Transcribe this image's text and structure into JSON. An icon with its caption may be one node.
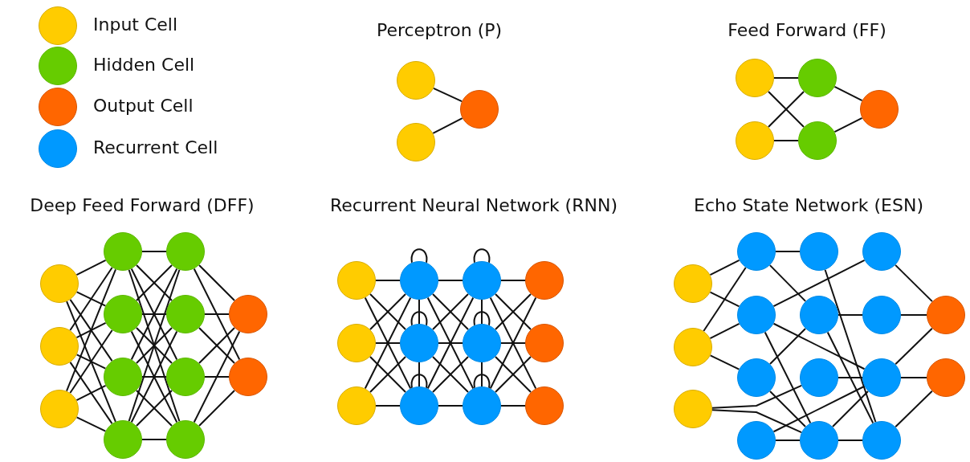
{
  "diagram": {
    "nodes": [
      {
        "text": [],
        "shape": "circle"
      },
      {
        "text": [],
        "shape": "circle"
      },
      {
        "text": [],
        "shape": "circle"
      },
      {
        "text": [],
        "shape": "circle"
      },
      {
        "text": [],
        "shape": "circle"
      },
      {
        "text": [],
        "shape": "circle"
      },
      {
        "text": [],
        "shape": "circle"
      },
      {
        "text": [],
        "shape": "circle"
      },
      {
        "text": [],
        "shape": "circle"
      },
      {
        "text": [],
        "shape": "circle"
      },
      {
        "text": [],
        "shape": "circle"
      },
      {
        "text": [],
        "shape": "circle"
      },
      {
        "text": [],
        "shape": "circle"
      },
      {
        "text": [],
        "shape": "circle"
      },
      {
        "text": [],
        "shape": "circle"
      },
      {
        "text": [],
        "shape": "circle"
      },
      {
        "text": [],
        "shape": "circle"
      },
      {
        "text": [],
        "shape": "circle"
      },
      {
        "text": [],
        "shape": "circle"
      },
      {
        "text": [],
        "shape": "circle"
      },
      {
        "text": [],
        "shape": "circle"
      },
      {
        "text": [],
        "shape": "circle"
      },
      {
        "text": [],
        "shape": "circle"
      },
      {
        "text": [],
        "shape": "circle"
      },
      {
        "text": [],
        "shape": "circle"
      },
      {
        "text": [],
        "shape": "circle"
      },
      {
        "text": [],
        "shape": "circle"
      },
      {
        "text": [],
        "shape": "circle"
      },
      {
        "text": [],
        "shape": "circle"
      },
      {
        "text": [],
        "shape": "circle"
      },
      {
        "text": [],
        "shape": "circle"
      },
      {
        "text": [],
        "shape": "circle"
      },
      {
        "text": [],
        "shape": "circle"
      },
      {
        "text": [],
        "shape": "circle"
      },
      {
        "text": [],
        "shape": "circle"
      },
      {
        "text": [],
        "shape": "circle"
      },
      {
        "text": [],
        "shape": "circle"
      },
      {
        "text": [],
        "shape": "circle"
      },
      {
        "text": [],
        "shape": "circle"
      },
      {
        "text": [],
        "shape": "circle"
      },
      {
        "text": [],
        "shape": "circle"
      },
      {
        "text": [],
        "shape": "circle"
      },
      {
        "text": [],
        "shape": "circle"
      },
      {
        "text": [],
        "shape": "circle"
      },
      {
        "text": [],
        "shape": "circle"
      },
      {
        "text": [],
        "shape": "circle"
      },
      {
        "text": [],
        "shape": "circle"
      },
      {
        "text": [],
        "shape": "circle"
      },
      {
        "text": [],
        "shape": "circle"
      },
      {
        "text": [],
        "shape": "circle"
      }
    ],
    "edges": [
      {
        "from": 0,
        "to": 2,
        "arrow": "none"
      },
      {
        "from": 1,
        "to": 2,
        "arrow": "none"
      },
      {
        "from": 3,
        "to": 5,
        "arrow": "none"
      },
      {
        "from": 3,
        "to": 6,
        "arrow": "none"
      },
      {
        "from": 4,
        "to": 5,
        "arrow": "none"
      },
      {
        "from": 4,
        "to": 6,
        "arrow": "none"
      },
      {
        "from": 5,
        "to": 7,
        "arrow": "none"
      },
      {
        "from": 6,
        "to": 7,
        "arrow": "none"
      },
      {
        "from": 8,
        "to": 11,
        "arrow": "none"
      },
      {
        "from": 8,
        "to": 12,
        "arrow": "none"
      },
      {
        "from": 8,
        "to": 13,
        "arrow": "none"
      },
      {
        "from": 8,
        "to": 14,
        "arrow": "none"
      },
      {
        "from": 9,
        "to": 11,
        "arrow": "none"
      },
      {
        "from": 9,
        "to": 12,
        "arrow": "none"
      },
      {
        "from": 9,
        "to": 13,
        "arrow": "none"
      },
      {
        "from": 9,
        "to": 14,
        "arrow": "none"
      },
      {
        "from": 10,
        "to": 11,
        "arrow": "none"
      },
      {
        "from": 10,
        "to": 12,
        "arrow": "none"
      },
      {
        "from": 10,
        "to": 13,
        "arrow": "none"
      },
      {
        "from": 10,
        "to": 14,
        "arrow": "none"
      },
      {
        "from": 11,
        "to": 15,
        "arrow": "none"
      },
      {
        "from": 11,
        "to": 16,
        "arrow": "none"
      },
      {
        "from": 11,
        "to": 17,
        "arrow": "none"
      },
      {
        "from": 11,
        "to": 18,
        "arrow": "none"
      },
      {
        "from": 12,
        "to": 15,
        "arrow": "none"
      },
      {
        "from": 12,
        "to": 16,
        "arrow": "none"
      },
      {
        "from": 12,
        "to": 17,
        "arrow": "none"
      },
      {
        "from": 12,
        "to": 18,
        "arrow": "none"
      },
      {
        "from": 13,
        "to": 15,
        "arrow": "none"
      },
      {
        "from": 13,
        "to": 16,
        "arrow": "none"
      },
      {
        "from": 13,
        "to": 17,
        "arrow": "none"
      },
      {
        "from": 13,
        "to": 18,
        "arrow": "none"
      },
      {
        "from": 14,
        "to": 15,
        "arrow": "none"
      },
      {
        "from": 14,
        "to": 16,
        "arrow": "none"
      },
      {
        "from": 14,
        "to": 17,
        "arrow": "none"
      },
      {
        "from": 14,
        "to": 18,
        "arrow": "none"
      },
      {
        "from": 15,
        "to": 19,
        "arrow": "none"
      },
      {
        "from": 15,
        "to": 20,
        "arrow": "none"
      },
      {
        "from": 16,
        "to": 19,
        "arrow": "none"
      },
      {
        "from": 16,
        "to": 20,
        "arrow": "none"
      },
      {
        "from": 17,
        "to": 19,
        "arrow": "none"
      },
      {
        "from": 17,
        "to": 20,
        "arrow": "none"
      },
      {
        "from": 18,
        "to": 19,
        "arrow": "none"
      },
      {
        "from": 18,
        "to": 20,
        "arrow": "none"
      },
      {
        "from": 21,
        "to": 24,
        "arrow": "none"
      },
      {
        "from": 21,
        "to": 25,
        "arrow": "none"
      },
      {
        "from": 21,
        "to": 26,
        "arrow": "none"
      },
      {
        "from": 22,
        "to": 24,
        "arrow": "none"
      },
      {
        "from": 22,
        "to": 25,
        "arrow": "none"
      },
      {
        "from": 22,
        "to": 26,
        "arrow": "none"
      },
      {
        "from": 23,
        "to": 24,
        "arrow": "none"
      },
      {
        "from": 23,
        "to": 25,
        "arrow": "none"
      },
      {
        "from": 23,
        "to": 26,
        "arrow": "none"
      },
      {
        "from": 24,
        "to": 27,
        "arrow": "none"
      },
      {
        "from": 24,
        "to": 28,
        "arrow": "none"
      },
      {
        "from": 24,
        "to": 29,
        "arrow": "none"
      },
      {
        "from": 25,
        "to": 27,
        "arrow": "none"
      },
      {
        "from": 25,
        "to": 28,
        "arrow": "none"
      },
      {
        "from": 25,
        "to": 29,
        "arrow": "none"
      },
      {
        "from": 26,
        "to": 27,
        "arrow": "none"
      },
      {
        "from": 26,
        "to": 28,
        "arrow": "none"
      },
      {
        "from": 26,
        "to": 29,
        "arrow": "none"
      },
      {
        "from": 27,
        "to": 30,
        "arrow": "none"
      },
      {
        "from": 27,
        "to": 31,
        "arrow": "none"
      },
      {
        "from": 27,
        "to": 32,
        "arrow": "none"
      },
      {
        "from": 28,
        "to": 30,
        "arrow": "none"
      },
      {
        "from": 28,
        "to": 31,
        "arrow": "none"
      },
      {
        "from": 28,
        "to": 32,
        "arrow": "none"
      },
      {
        "from": 29,
        "to": 30,
        "arrow": "none"
      },
      {
        "from": 29,
        "to": 31,
        "arrow": "none"
      },
      {
        "from": 29,
        "to": 32,
        "arrow": "none"
      },
      {
        "from": 24,
        "to": 25,
        "arrow": "none"
      },
      {
        "from": 25,
        "to": 26,
        "arrow": "none"
      },
      {
        "from": 27,
        "to": 28,
        "arrow": "none"
      },
      {
        "from": 28,
        "to": 29,
        "arrow": "none"
      },
      {
        "from": 24,
        "to": 24,
        "arrow": "none"
      },
      {
        "from": 25,
        "to": 25,
        "arrow": "none"
      },
      {
        "from": 26,
        "to": 26,
        "arrow": "none"
      },
      {
        "from": 27,
        "to": 27,
        "arrow": "none"
      },
      {
        "from": 28,
        "to": 28,
        "arrow": "none"
      },
      {
        "from": 29,
        "to": 29,
        "arrow": "none"
      },
      {
        "from": 33,
        "to": 36,
        "arrow": "none"
      },
      {
        "from": 33,
        "to": 37,
        "arrow": "none"
      },
      {
        "from": 34,
        "to": 36,
        "arrow": "none"
      },
      {
        "from": 34,
        "to": 37,
        "arrow": "none"
      },
      {
        "from": 34,
        "to": 38,
        "arrow": "none"
      },
      {
        "from": 35,
        "to": 42,
        "arrow": "none"
      },
      {
        "from": 35,
        "to": 43,
        "arrow": "none"
      },
      {
        "from": 36,
        "to": 40,
        "arrow": "none"
      },
      {
        "from": 36,
        "to": 41,
        "arrow": "none"
      },
      {
        "from": 37,
        "to": 44,
        "arrow": "none"
      },
      {
        "from": 37,
        "to": 46,
        "arrow": "none"
      },
      {
        "from": 37,
        "to": 43,
        "arrow": "none"
      },
      {
        "from": 38,
        "to": 41,
        "arrow": "none"
      },
      {
        "from": 38,
        "to": 43,
        "arrow": "none"
      },
      {
        "from": 39,
        "to": 43,
        "arrow": "none"
      },
      {
        "from": 39,
        "to": 46,
        "arrow": "none"
      },
      {
        "from": 40,
        "to": 47,
        "arrow": "none"
      },
      {
        "from": 41,
        "to": 45,
        "arrow": "none"
      },
      {
        "from": 41,
        "to": 47,
        "arrow": "none"
      },
      {
        "from": 43,
        "to": 46,
        "arrow": "none"
      },
      {
        "from": 44,
        "to": 48,
        "arrow": "none"
      },
      {
        "from": 45,
        "to": 48,
        "arrow": "none"
      },
      {
        "from": 46,
        "to": 48,
        "arrow": "none"
      },
      {
        "from": 46,
        "to": 49,
        "arrow": "none"
      },
      {
        "from": 47,
        "to": 49,
        "arrow": "none"
      },
      {
        "from": 42,
        "to": 46,
        "arrow": "none"
      },
      {
        "from": 43,
        "to": 47,
        "arrow": "none"
      }
    ],
    "labels": [
      "Perceptron (P)",
      "Feed Forward (FF)",
      "Deep Feed Forward (DFF)",
      "Recurrent Neural Network (RNN)",
      "Echo State Network (ESN)"
    ],
    "legend": [
      {
        "text": "Input Cell",
        "color": "#ffcc00"
      },
      {
        "text": "Hidden Cell",
        "color": "#66cc00"
      },
      {
        "text": "Output Cell",
        "color": "#ff6600"
      },
      {
        "text": "Recurrent Cell",
        "color": "#0099ff"
      }
    ]
  }
}
